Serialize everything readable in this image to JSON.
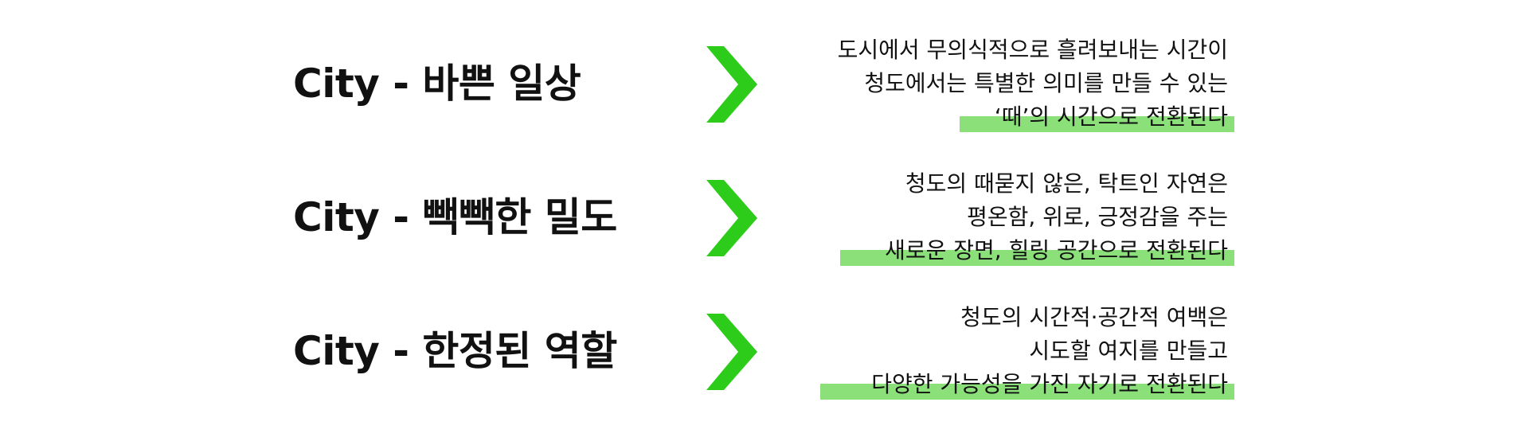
{
  "colors": {
    "arrow": "#2ecc1a",
    "highlight": "#8be07a",
    "text": "#111111"
  },
  "rows": [
    {
      "heading": "City - 바쁜 일상",
      "lines": [
        "도시에서 무의식적으로 흘려보내는 시간이",
        "청도에서는 특별한 의미를 만들 수 있는",
        "‘때’의 시간으로 전환된다"
      ]
    },
    {
      "heading": "City - 빽빽한 밀도",
      "lines": [
        "청도의 때묻지 않은, 탁트인 자연은",
        "평온함, 위로, 긍정감을 주는",
        "새로운 장면, 힐링 공간으로 전환된다"
      ]
    },
    {
      "heading": "City - 한정된 역할",
      "lines": [
        "청도의 시간적·공간적 여백은",
        "시도할 여지를 만들고",
        "다양한 가능성을 가진 자기로 전환된다"
      ]
    }
  ]
}
